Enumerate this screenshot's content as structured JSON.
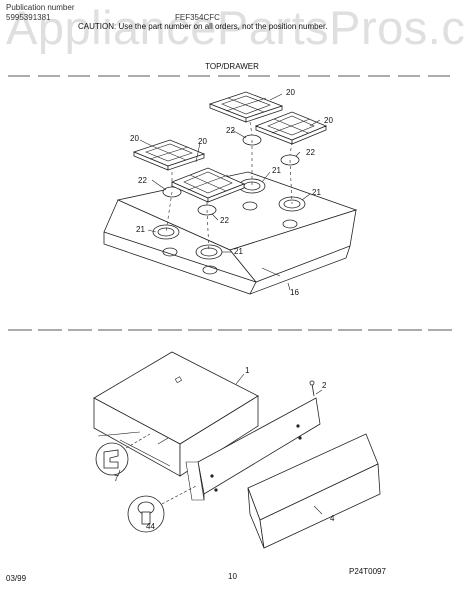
{
  "watermark": "AppliancePartsPros.com",
  "header": {
    "publication_label": "Publication number",
    "publication_number": "5995391381",
    "model": "FEF354CFC",
    "caution": "CAUTION: Use the part number on all orders, not the position number."
  },
  "section_title": "TOP/DRAWER",
  "diagram": {
    "callouts": {
      "grate": "20",
      "burner_bowl": "21",
      "burner_cap": "22",
      "cooktop": "16",
      "drawer_body": "1",
      "drawer_screw": "2",
      "drawer_panel": "4",
      "clip": "7",
      "knob_detail": "44"
    }
  },
  "footer": {
    "diagram_number": "P24T0097",
    "date": "03/99",
    "page": "10"
  }
}
